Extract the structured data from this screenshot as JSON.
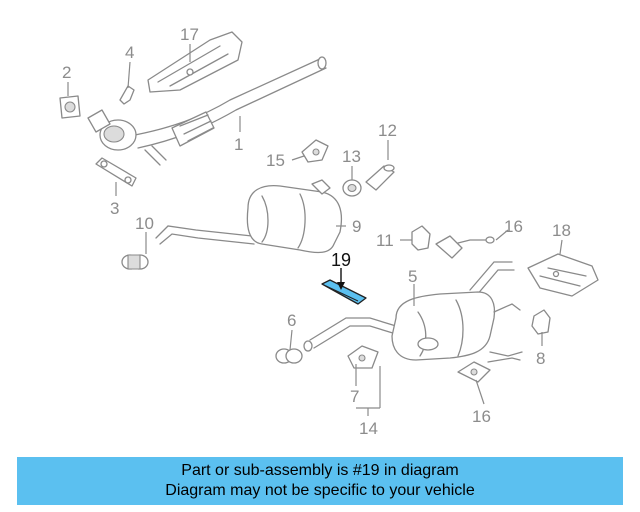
{
  "callouts": {
    "c1": "1",
    "c2": "2",
    "c3": "3",
    "c4": "4",
    "c5": "5",
    "c6": "6",
    "c7": "7",
    "c8": "8",
    "c9": "9",
    "c10": "10",
    "c11": "11",
    "c12": "12",
    "c13": "13",
    "c14": "14",
    "c15": "15",
    "c16a": "16",
    "c16b": "16",
    "c17": "17",
    "c18": "18",
    "c19": "19"
  },
  "highlight_color": "#5bc0f0",
  "caption": {
    "line1": "Part or sub-assembly is #19 in diagram",
    "line2": "Diagram may not be specific to your vehicle"
  }
}
